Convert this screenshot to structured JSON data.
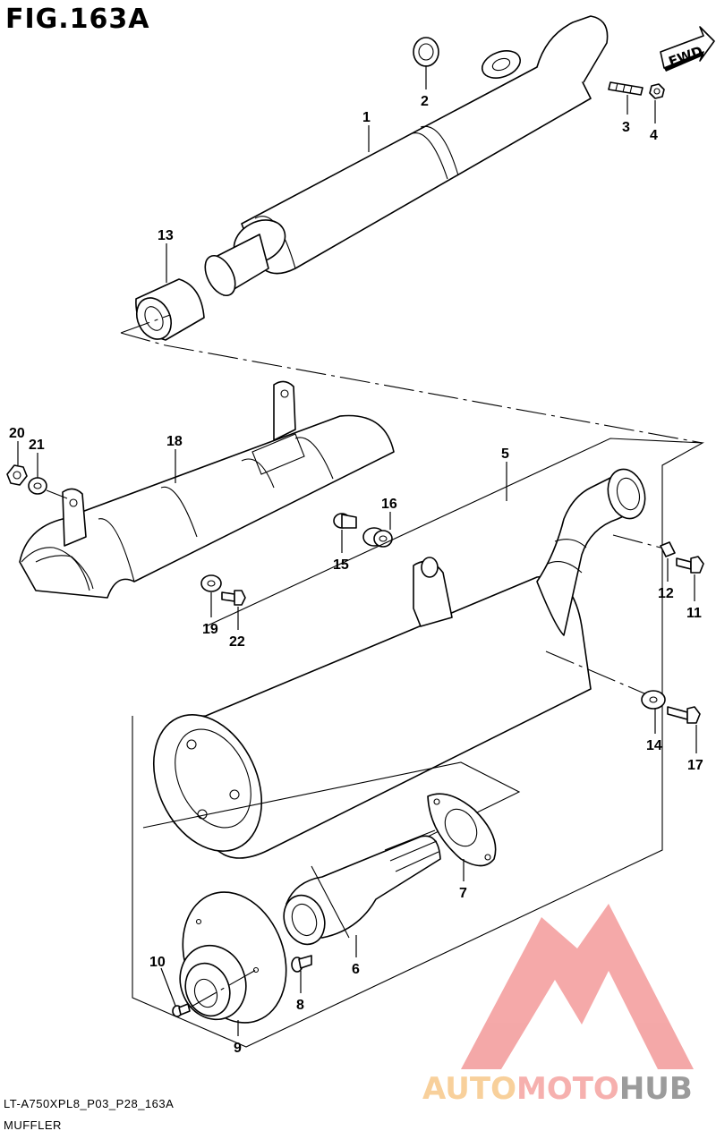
{
  "figure": {
    "title": "FIG.163A",
    "model_code": "LT-A750XPL8_P03_P28_163A",
    "assembly_name": "MUFFLER",
    "direction_badge": "FWD"
  },
  "callouts": [
    {
      "id": "1",
      "label": "1"
    },
    {
      "id": "2",
      "label": "2"
    },
    {
      "id": "3",
      "label": "3"
    },
    {
      "id": "4",
      "label": "4"
    },
    {
      "id": "5",
      "label": "5"
    },
    {
      "id": "6",
      "label": "6"
    },
    {
      "id": "7",
      "label": "7"
    },
    {
      "id": "8",
      "label": "8"
    },
    {
      "id": "9",
      "label": "9"
    },
    {
      "id": "10",
      "label": "10"
    },
    {
      "id": "11",
      "label": "11"
    },
    {
      "id": "12",
      "label": "12"
    },
    {
      "id": "13",
      "label": "13"
    },
    {
      "id": "14",
      "label": "14"
    },
    {
      "id": "15",
      "label": "15"
    },
    {
      "id": "16",
      "label": "16"
    },
    {
      "id": "17",
      "label": "17"
    },
    {
      "id": "18",
      "label": "18"
    },
    {
      "id": "19",
      "label": "19"
    },
    {
      "id": "20",
      "label": "20"
    },
    {
      "id": "21",
      "label": "21"
    },
    {
      "id": "22",
      "label": "22"
    }
  ],
  "watermark": {
    "part1": "AUTO",
    "part2": "MOTO",
    "part3": "HUB",
    "color_auto": "#f7c88a",
    "color_moto": "#f5a3a0",
    "color_hub": "#8a8a8a",
    "color_logo": "#f39a9a"
  }
}
